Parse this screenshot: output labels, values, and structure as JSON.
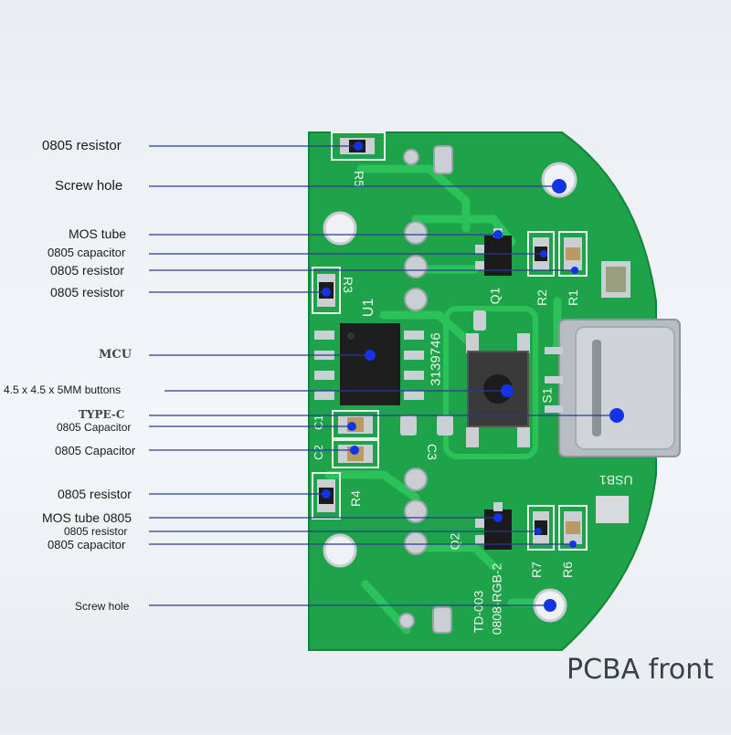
{
  "caption": "PCBA front",
  "colors": {
    "board": "#1fa34a",
    "board_dark": "#14843a",
    "trace": "#2cc25a",
    "pad": "#c9cfd3",
    "leader": "#2b3a8f",
    "dot": "#1432e6"
  },
  "labels": [
    {
      "text": "0805 resistor"
    },
    {
      "text": "Screw hole"
    },
    {
      "text": "MOS tube"
    },
    {
      "text": "0805 capacitor"
    },
    {
      "text": "0805 resistor"
    },
    {
      "text": "0805 resistor"
    },
    {
      "text": "MCU"
    },
    {
      "text": "4.5 x 4.5 x 5MM buttons"
    },
    {
      "text": "TYPE-C"
    },
    {
      "text": "0805 Capacitor"
    },
    {
      "text": "0805 Capacitor"
    },
    {
      "text": "0805 resistor"
    },
    {
      "text": "MOS tube 0805"
    },
    {
      "text": "0805 resistor"
    },
    {
      "text": "0805 capacitor"
    },
    {
      "text": "Screw hole"
    }
  ],
  "silkscreen": {
    "r5": "R5",
    "r3": "R3",
    "u1": "U1",
    "q1": "Q1",
    "r2": "R2",
    "r1": "R1",
    "s1": "S1",
    "serial": "3139746",
    "c1": "C1",
    "c2": "C2",
    "c3": "C3",
    "r4": "R4",
    "q2": "Q2",
    "r7": "R7",
    "r6": "R6",
    "usb1": "USB1",
    "td": "TD-003",
    "rgb": "0808-RGB-2"
  }
}
